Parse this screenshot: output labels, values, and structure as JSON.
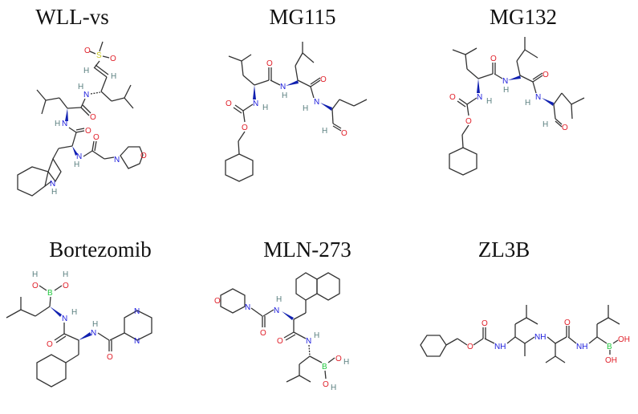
{
  "figure": {
    "compounds": [
      {
        "name": "WLL-vs",
        "position": "top-left",
        "atoms_shown": [
          "S",
          "O",
          "N",
          "H"
        ],
        "features": [
          "vinyl sulfone",
          "leucine",
          "tryptophan",
          "indole",
          "morpholine"
        ]
      },
      {
        "name": "MG115",
        "position": "top-center",
        "atoms_shown": [
          "O",
          "N",
          "H"
        ],
        "features": [
          "Cbz",
          "leucine",
          "leucine",
          "norvalinal aldehyde"
        ]
      },
      {
        "name": "MG132",
        "position": "top-right",
        "atoms_shown": [
          "O",
          "N",
          "H"
        ],
        "features": [
          "Cbz",
          "leucine",
          "leucine",
          "leucinal aldehyde"
        ]
      },
      {
        "name": "Bortezomib",
        "position": "bottom-left",
        "atoms_shown": [
          "B",
          "O",
          "N",
          "H"
        ],
        "features": [
          "boronic acid",
          "phenylalanine",
          "pyrazine"
        ]
      },
      {
        "name": "MLN-273",
        "position": "bottom-center",
        "atoms_shown": [
          "B",
          "O",
          "N",
          "H"
        ],
        "features": [
          "morpholine urea",
          "naphthylalanine",
          "boronic acid"
        ]
      },
      {
        "name": "ZL3B",
        "position": "bottom-right",
        "atoms_shown": [
          "B",
          "O",
          "N",
          "H"
        ],
        "labels": [
          "NH",
          "NH",
          "NH",
          "OH",
          "OH"
        ],
        "features": [
          "Cbz",
          "boronic acid"
        ]
      }
    ],
    "atom_colors": {
      "N": "#1a1adc",
      "O": "#e0202a",
      "H": "#5a7f80",
      "S": "#c8c820",
      "B": "#22c840",
      "bond": "#333333"
    }
  },
  "labels": {
    "N": "N",
    "O": "O",
    "H": "H",
    "S": "S",
    "B": "B",
    "NH": "NH",
    "OH": "OH"
  }
}
